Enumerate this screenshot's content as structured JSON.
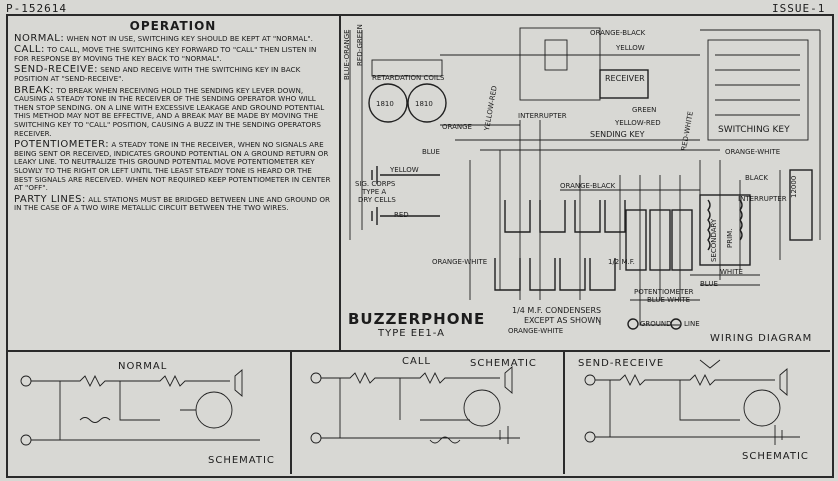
{
  "header": {
    "id": "P-152614",
    "issue": "ISSUE-1"
  },
  "operation": {
    "title": "OPERATION",
    "sections": [
      {
        "head": "NORMAL:",
        "text": "WHEN NOT IN USE, SWITCHING KEY SHOULD BE KEPT AT \"NORMAL\"."
      },
      {
        "head": "CALL:",
        "text": "TO CALL, MOVE THE SWITCHING KEY FORWARD TO \"CALL\" THEN LISTEN IN FOR RESPONSE BY MOVING THE KEY BACK TO \"NORMAL\"."
      },
      {
        "head": "SEND-RECEIVE:",
        "text": "SEND AND RECEIVE WITH THE SWITCHING KEY IN BACK POSITION AT \"SEND-RECEIVE\"."
      },
      {
        "head": "BREAK:",
        "text": "TO BREAK WHEN RECEIVING HOLD THE SENDING KEY LEVER DOWN, CAUSING A STEADY TONE IN THE RECEIVER OF THE SENDING OPERATOR WHO WILL THEN STOP SENDING. ON A LINE WITH EXCESSIVE LEAKAGE AND GROUND POTENTIAL THIS METHOD MAY NOT BE EFFECTIVE, AND A BREAK MAY BE MADE BY MOVING THE SWITCHING KEY TO \"CALL\" POSITION, CAUSING A BUZZ IN THE SENDING OPERATORS RECEIVER."
      },
      {
        "head": "POTENTIOMETER:",
        "text": "A STEADY TONE IN THE RECEIVER, WHEN NO SIGNALS ARE BEING SENT OR RECEIVED, INDICATES GROUND POTENTIAL ON A GROUND RETURN OR LEAKY LINE. TO NEUTRALIZE THIS GROUND POTENTIAL MOVE POTENTIOMETER KEY SLOWLY TO THE RIGHT OR LEFT UNTIL THE LEAST STEADY TONE IS HEARD OR THE BEST SIGNALS ARE RECEIVED. WHEN NOT REQUIRED KEEP POTENTIOMETER IN CENTER AT \"OFF\"."
      },
      {
        "head": "PARTY LINES:",
        "text": "ALL STATIONS MUST BE BRIDGED BETWEEN LINE AND GROUND OR IN THE CASE OF A TWO WIRE METALLIC CIRCUIT BETWEEN THE TWO WIRES."
      }
    ]
  },
  "wiring": {
    "title": "BUZZERPHONE",
    "type": "TYPE EE1-A",
    "diagram_label": "WIRING DIAGRAM",
    "labels": {
      "retardation": "RETARDATION COILS",
      "coil1": "1810",
      "coil2": "1810",
      "receiver": "RECEIVER",
      "interrupter": "INTERRUPTER",
      "sending_key": "SENDING KEY",
      "switching_key": "SWITCHING KEY",
      "yellow": "YELLOW",
      "red": "RED",
      "sig_corps": "SIG. CORPS",
      "type_a": "TYPE A",
      "dry_cells": "DRY CELLS",
      "orange": "ORANGE",
      "orange_black": "ORANGE-BLACK",
      "orange_white": "ORANGE-WHITE",
      "blue_white": "BLUE-WHITE",
      "blue": "BLUE",
      "green": "GREEN",
      "yellow_red": "YELLOW-RED",
      "yellow_red2": "YELLOW-RED",
      "red_white": "RED-WHITE",
      "black": "BLACK",
      "white": "WHITE",
      "interrupter2": "INTERRUPTER",
      "ohm": "12000",
      "secondary": "SECONDARY",
      "prim": "PRIM.",
      "potentiometer": "POTENTIOMETER",
      "mf_note": "1/4 M.F. CONDENSERS",
      "except": "EXCEPT AS SHOWN",
      "half_mf": "1/2 M.F.",
      "ground": "GROUND",
      "line": "LINE",
      "blue_orange": "BLUE-ORANGE",
      "red_green": "RED-GREEN"
    }
  },
  "schematics": {
    "normal": "NORMAL",
    "normal_sub": "SCHEMATIC",
    "call": "CALL",
    "call_sub": "SCHEMATIC",
    "send": "SEND-RECEIVE",
    "send_sub": "SCHEMATIC"
  }
}
